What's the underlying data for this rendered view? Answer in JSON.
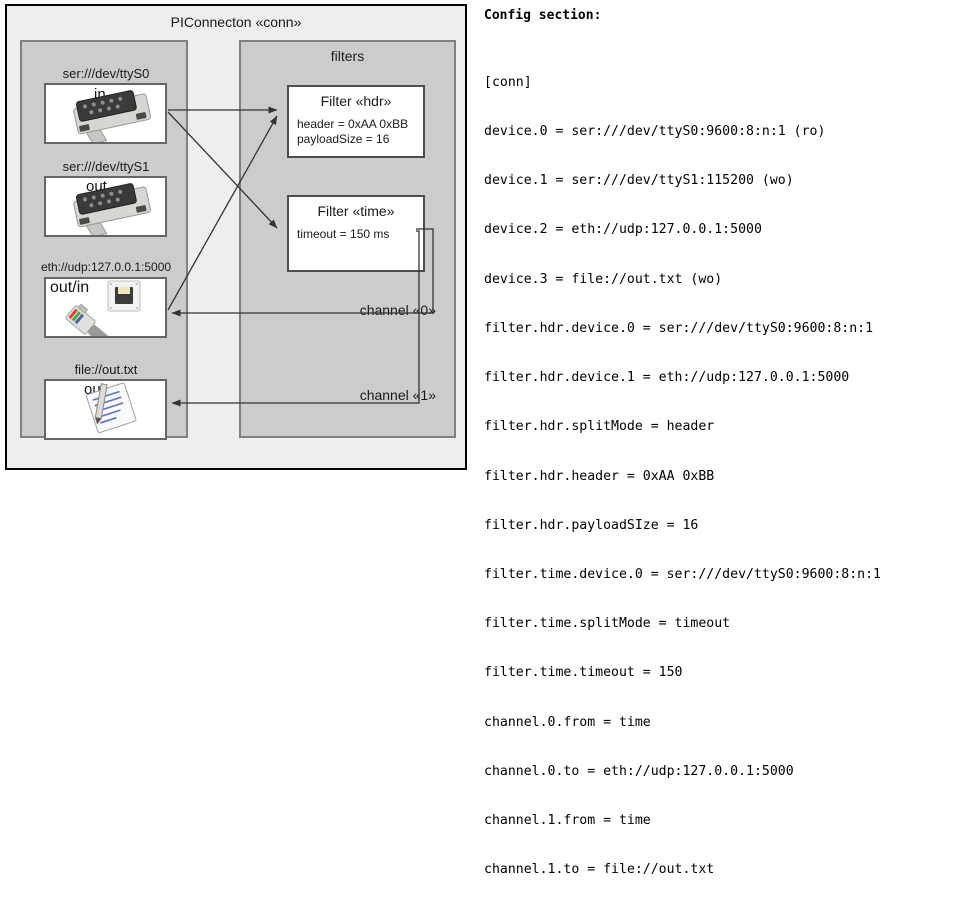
{
  "diagram": {
    "outer_title": "PIConnecton «conn»",
    "devices_panel": {
      "name": "devices-panel",
      "groups": [
        {
          "label": "ser:///dev/ttyS0",
          "word": "in",
          "icon": "serial-connector-icon"
        },
        {
          "label": "ser:///dev/ttyS1",
          "word": "out",
          "icon": "serial-connector-icon"
        },
        {
          "label": "eth://udp:127.0.0.1:5000",
          "word": "out/in",
          "icon": "ethernet-plug-icon"
        },
        {
          "label": "file://out.txt",
          "word": "out",
          "icon": "text-file-icon"
        }
      ]
    },
    "filters_panel": {
      "title": "filters",
      "filters": [
        {
          "title": "Filter «hdr»",
          "attrs": [
            "header = 0xAA 0xBB",
            "payloadSize = 16"
          ]
        },
        {
          "title": "Filter «time»",
          "attrs": [
            "timeout = 150 ms"
          ]
        }
      ],
      "channels": [
        {
          "label": "channel «0»"
        },
        {
          "label": "channel «1»"
        }
      ]
    }
  },
  "config": {
    "heading": "Config section:",
    "lines": [
      "[conn]",
      "device.0 = ser:///dev/ttyS0:9600:8:n:1 (ro)",
      "device.1 = ser:///dev/ttyS1:115200 (wo)",
      "device.2 = eth://udp:127.0.0.1:5000",
      "device.3 = file://out.txt (wo)",
      "filter.hdr.device.0 = ser:///dev/ttyS0:9600:8:n:1",
      "filter.hdr.device.1 = eth://udp:127.0.0.1:5000",
      "filter.hdr.splitMode = header",
      "filter.hdr.header = 0xAA 0xBB",
      "filter.hdr.payloadSIze = 16",
      "filter.time.device.0 = ser:///dev/ttyS0:9600:8:n:1",
      "filter.time.splitMode = timeout",
      "filter.time.timeout = 150",
      "channel.0.from = time",
      "channel.0.to = eth://udp:127.0.0.1:5000",
      "channel.1.from = time",
      "channel.1.to = file://out.txt"
    ]
  },
  "colors": {
    "outer_bg": "#eeeeee",
    "panel_bg": "#cccccc",
    "box_bg": "#ffffff",
    "frame": "#000000",
    "panel_border": "#808080",
    "arrow": "#333333"
  }
}
